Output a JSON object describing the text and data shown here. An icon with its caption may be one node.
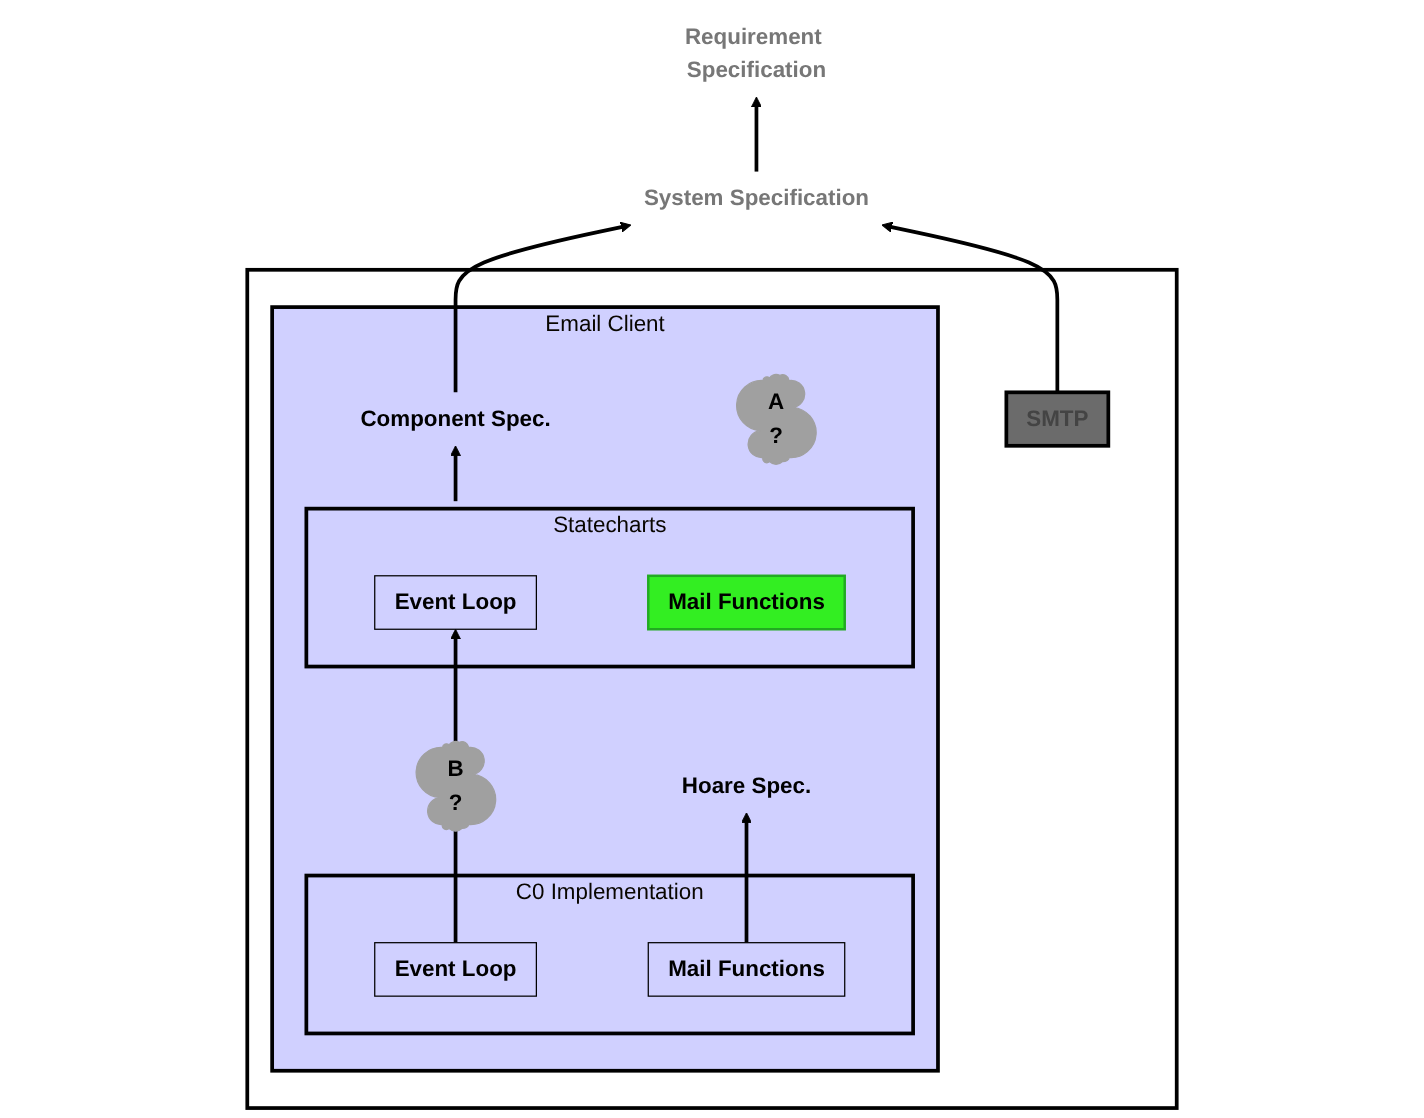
{
  "diagram": {
    "nodes": [
      {
        "text": [
          "Requirement Specification"
        ]
      },
      {
        "text": [
          "System Specification"
        ]
      },
      {
        "text": [],
        "shape": "box"
      },
      {
        "text": [
          "Email Client"
        ],
        "in": 2
      },
      {
        "text": [
          "Component Spec."
        ],
        "in": 3
      },
      {
        "text": [
          "Statecharts"
        ],
        "in": 3
      },
      {
        "text": [
          "Event Loop"
        ],
        "in": 5
      },
      {
        "text": [
          "Mail Functions"
        ],
        "in": 5
      },
      {
        "text": [
          "A",
          "?"
        ],
        "in": 3
      },
      {
        "text": [
          "B",
          "?"
        ],
        "in": 3
      },
      {
        "text": [
          "Hoare Spec."
        ],
        "in": 3
      },
      {
        "text": [
          "C0 Implementation"
        ],
        "in": 3
      },
      {
        "text": [
          "Event Loop"
        ],
        "in": 11
      },
      {
        "text": [
          "Mail Functions"
        ],
        "in": 11
      },
      {
        "text": [
          "SMTP"
        ],
        "in": 2
      }
    ],
    "edges": [
      {
        "from": 1,
        "to": 0,
        "arrow": "to"
      },
      {
        "from": 4,
        "to": 1,
        "arrow": "to"
      },
      {
        "from": 14,
        "to": 1,
        "arrow": "to"
      },
      {
        "from": 5,
        "to": 4,
        "arrow": "to"
      },
      {
        "from": 12,
        "to": 9,
        "arrow": "none"
      },
      {
        "from": 9,
        "to": 6,
        "arrow": "to"
      },
      {
        "from": 13,
        "to": 10,
        "arrow": "to"
      }
    ]
  }
}
